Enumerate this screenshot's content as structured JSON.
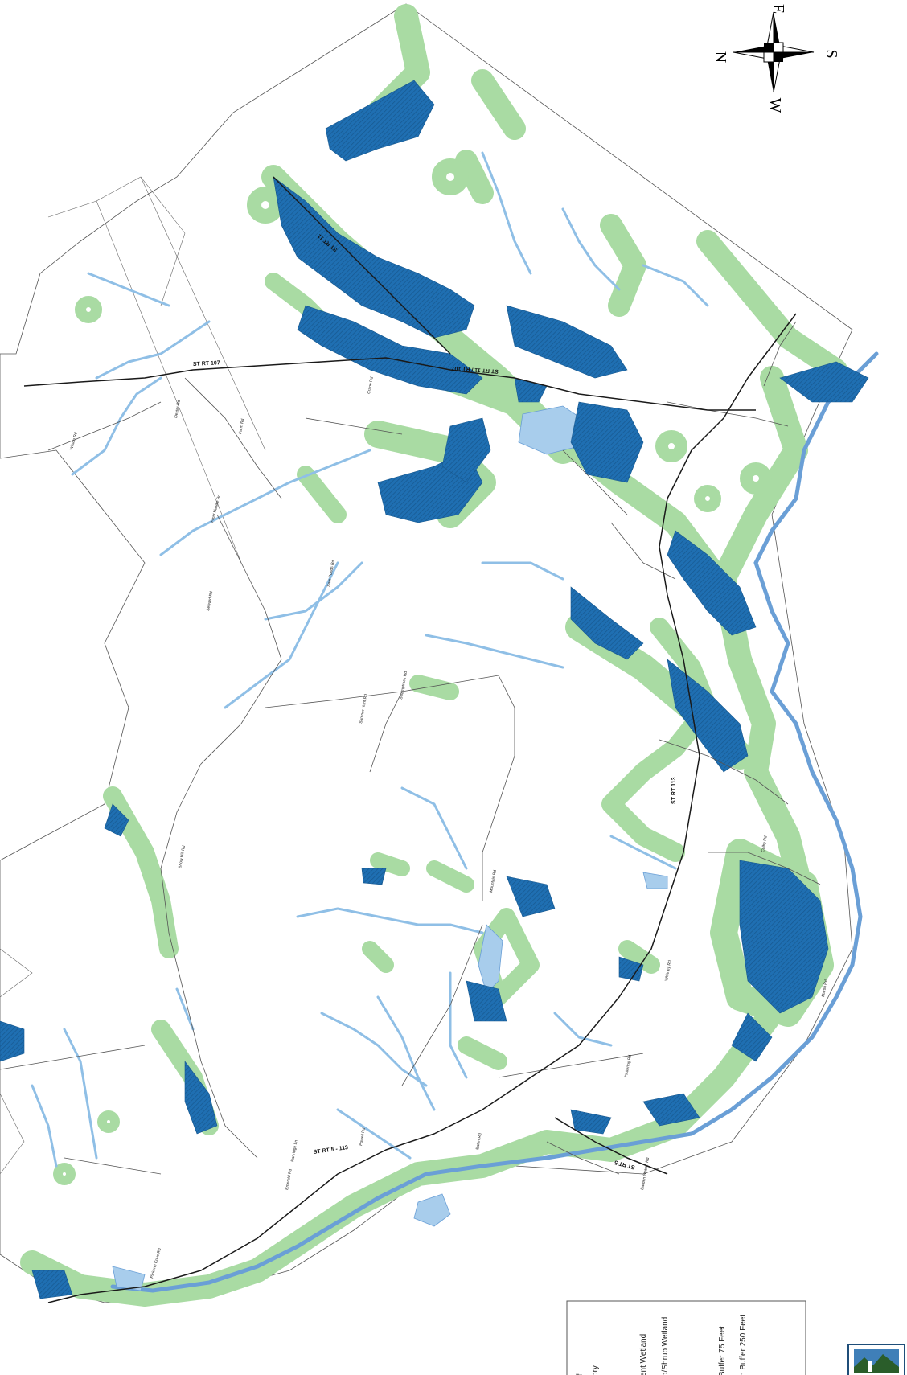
{
  "compass": {
    "north": "N",
    "east": "E",
    "south": "S",
    "west": "W"
  },
  "legend": {
    "items": [
      "ory",
      "ent Wetland",
      "d/Shrub Wetland",
      "Buffer 75 Feet",
      "n Buffer 250 Feet",
      "f"
    ]
  },
  "highways": [
    "ST RT 107",
    "ST RT 11 / RT 107",
    "ST RT 11",
    "ST RT 113",
    "ST RT 5 - 113",
    "ST RT 5"
  ],
  "roads": [
    "Wilson Rd",
    "Dexter Rd",
    "Farm Rd",
    "Frost Hawke Rd",
    "Seward Rd",
    "Sam Ponds Rd",
    "Crane Rd",
    "Swamptrock Rd",
    "Sumner Hunt Rd",
    "Mountain Rd",
    "Powell Rd",
    "Partridge Ln",
    "Emerald Rd",
    "Pickering Rd",
    "Marsh Rd",
    "Eaton Rd",
    "Barden Station Rd",
    "Colby Rd",
    "Snow Hill Rd",
    "Whitney Rd",
    "Pickerel Cove Rd"
  ],
  "colors": {
    "wetland": "#1f6fb2",
    "water": "#a8cdec",
    "stream": "#8fbfe6",
    "buffer": "#a9dba3",
    "river": "#6a9fd6",
    "road": "#555555",
    "highway": "#1a1a1a",
    "boundary": "#333333"
  }
}
